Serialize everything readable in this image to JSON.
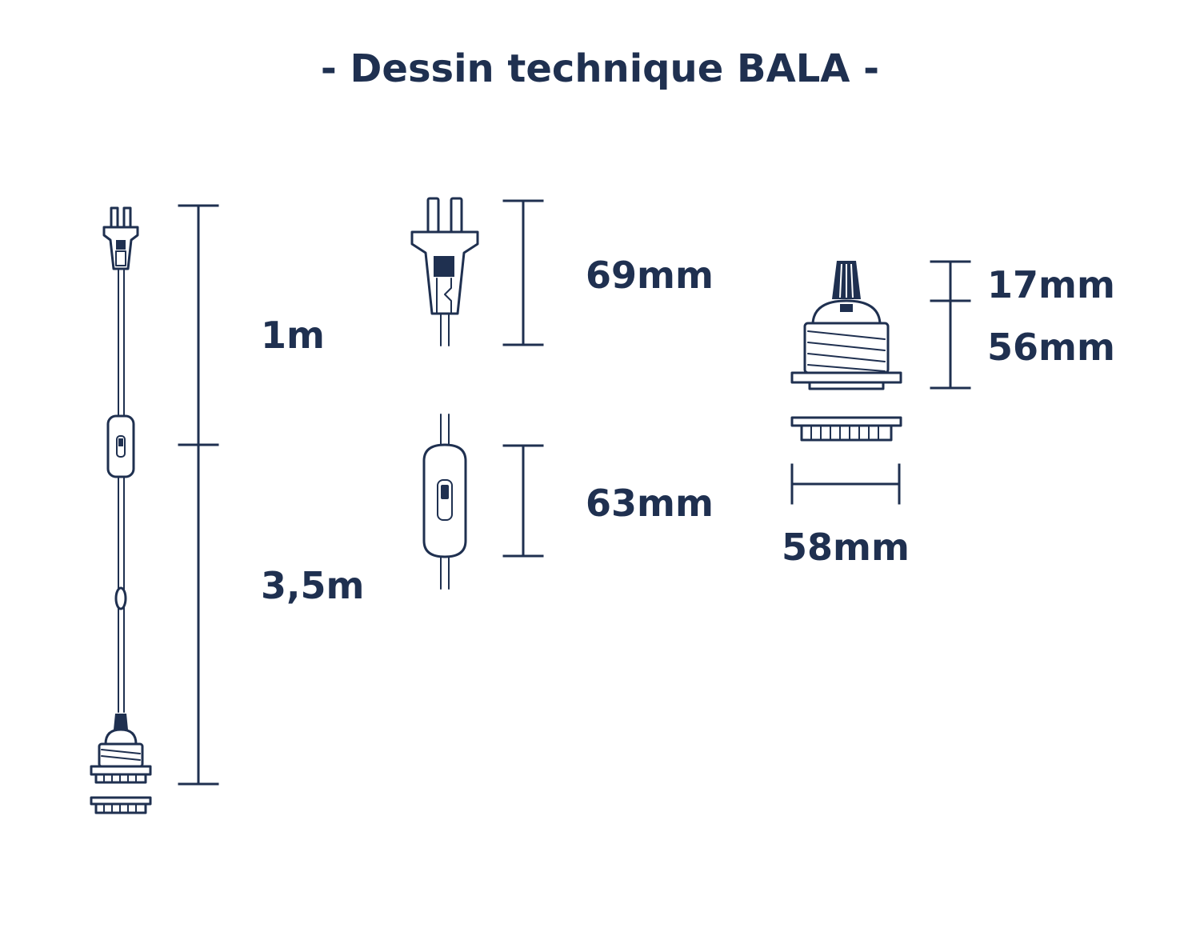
{
  "title": "- Dessin technique BALA -",
  "dimensions": {
    "cable_upper": "1m",
    "cable_lower": "3,5m",
    "plug_height": "69mm",
    "switch_height": "63mm",
    "socket_top": "17mm",
    "socket_body": "56mm",
    "socket_width": "58mm"
  },
  "colors": {
    "ink": "#1f3050",
    "background": "#ffffff"
  }
}
